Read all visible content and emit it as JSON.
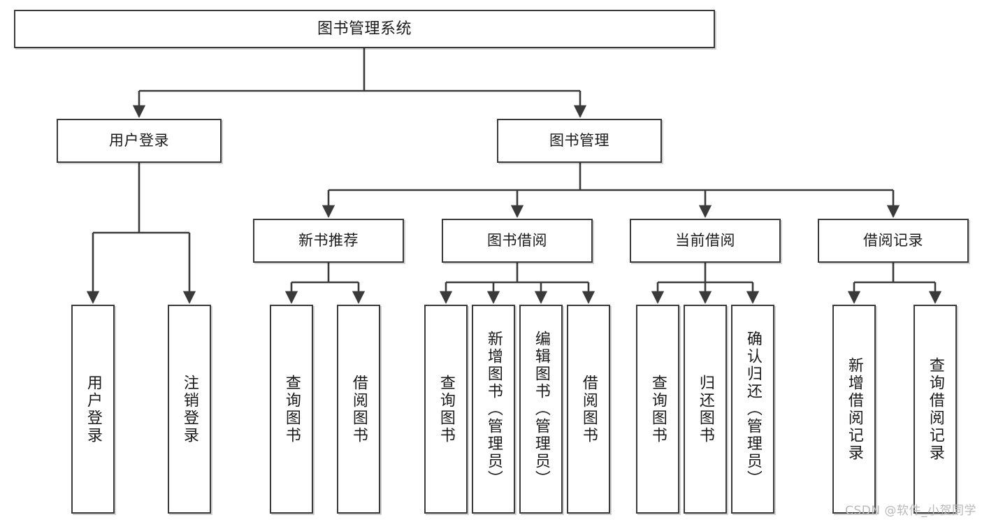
{
  "diagram": {
    "title": "图书管理系统",
    "type": "tree-hierarchy",
    "watermark": "CSDN @软件_小贺同学",
    "colors": {
      "box_border": "#3a3a3a",
      "box_fill": "#ffffff",
      "connector": "#3a3a3a",
      "text": "#1a1a1a",
      "watermark": "#b9b9b9"
    },
    "root": {
      "label": "图书管理系统"
    },
    "level2": [
      {
        "label": "用户登录"
      },
      {
        "label": "图书管理"
      }
    ],
    "level3": [
      {
        "label": "新书推荐"
      },
      {
        "label": "图书借阅"
      },
      {
        "label": "当前借阅"
      },
      {
        "label": "借阅记录"
      }
    ],
    "leaves": {
      "user_login": [
        {
          "label": "用户登录"
        },
        {
          "label": "注销登录"
        }
      ],
      "new_book_recommend": [
        {
          "label": "查询图书"
        },
        {
          "label": "借阅图书"
        }
      ],
      "book_borrow": [
        {
          "label": "查询图书"
        },
        {
          "label": "新增图书（管理员）"
        },
        {
          "label": "编辑图书（管理员）"
        },
        {
          "label": "借阅图书"
        }
      ],
      "current_borrow": [
        {
          "label": "查询图书"
        },
        {
          "label": "归还图书"
        },
        {
          "label": "确认归还（管理员）"
        }
      ],
      "borrow_record": [
        {
          "label": "新增借阅记录"
        },
        {
          "label": "查询借阅记录"
        }
      ]
    }
  }
}
